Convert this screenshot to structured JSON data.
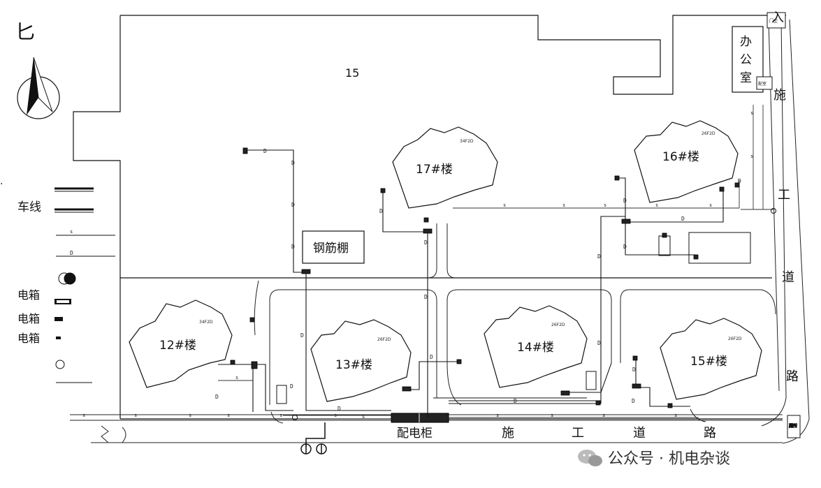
{
  "north_label": "匕",
  "site_number": "15",
  "buildings": [
    {
      "id": "b12",
      "label": "12#楼",
      "floors": "34F2D"
    },
    {
      "id": "b13",
      "label": "13#楼",
      "floors": "26F2D"
    },
    {
      "id": "b14",
      "label": "14#楼",
      "floors": "26F2D"
    },
    {
      "id": "b15",
      "label": "15#楼",
      "floors": "26F2D"
    },
    {
      "id": "b16",
      "label": "16#楼",
      "floors": "26F2D"
    },
    {
      "id": "b17",
      "label": "17#楼",
      "floors": "34F2D"
    }
  ],
  "facilities": {
    "office": "办公室",
    "office_small_1": "门卫",
    "office_small_2": "配室",
    "rebar_shed": "钢筋棚",
    "distribution_cabinet": "配电柜",
    "toilet": "厕所"
  },
  "road_text": {
    "bottom": [
      "施",
      "工",
      "道",
      "路"
    ],
    "right": [
      "施",
      "工",
      "道",
      "路"
    ],
    "right_top": "入"
  },
  "legend": {
    "items": [
      "车线",
      "s",
      "D",
      "电箱",
      "电箱",
      "电箱"
    ]
  },
  "line_marks": {
    "s": "s",
    "D": "D"
  },
  "watermark": "公众号 · 机电杂谈"
}
